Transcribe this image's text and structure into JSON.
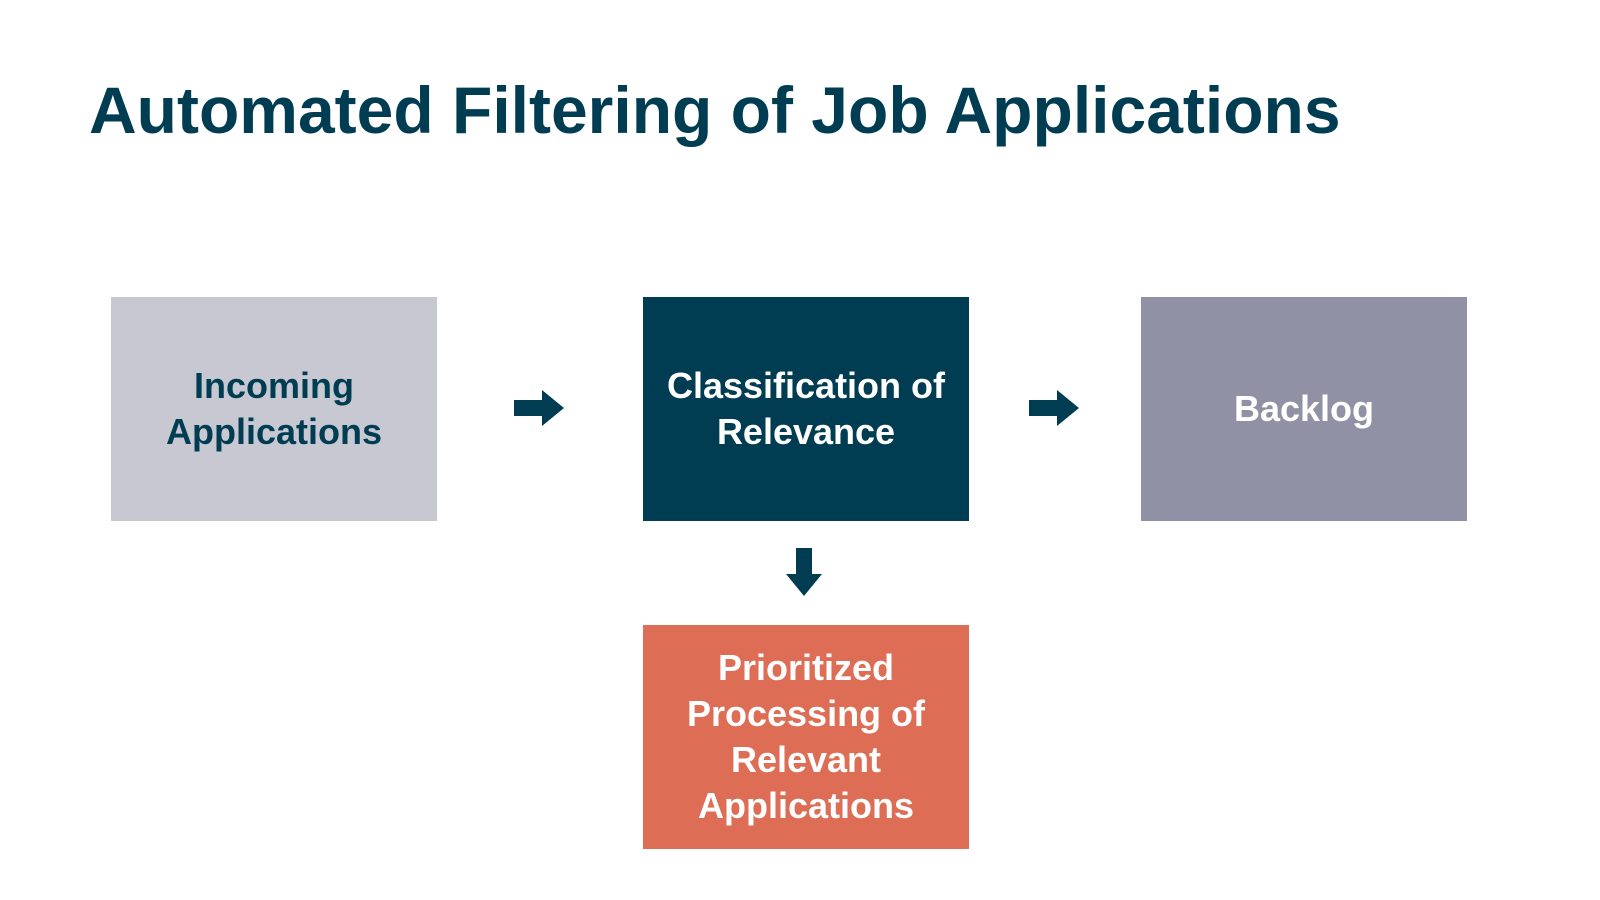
{
  "slide": {
    "title": "Automated Filtering of Job Applications"
  },
  "diagram": {
    "nodes": {
      "incoming": {
        "label": "Incoming Applications",
        "color": "#c7c8d2",
        "text_color": "#003d52"
      },
      "classification": {
        "label": "Classification of Relevance",
        "color": "#003d52",
        "text_color": "#ffffff"
      },
      "backlog": {
        "label": "Backlog",
        "color": "#9091a4",
        "text_color": "#ffffff"
      },
      "prioritized": {
        "label": "Prioritized Processing of Relevant Applications",
        "color": "#dd6d55",
        "text_color": "#ffffff"
      }
    },
    "edges": [
      {
        "from": "incoming",
        "to": "classification",
        "icon": "arrow-right-icon"
      },
      {
        "from": "classification",
        "to": "backlog",
        "icon": "arrow-right-icon"
      },
      {
        "from": "classification",
        "to": "prioritized",
        "icon": "arrow-down-icon"
      }
    ],
    "arrow_color": "#003d52"
  }
}
